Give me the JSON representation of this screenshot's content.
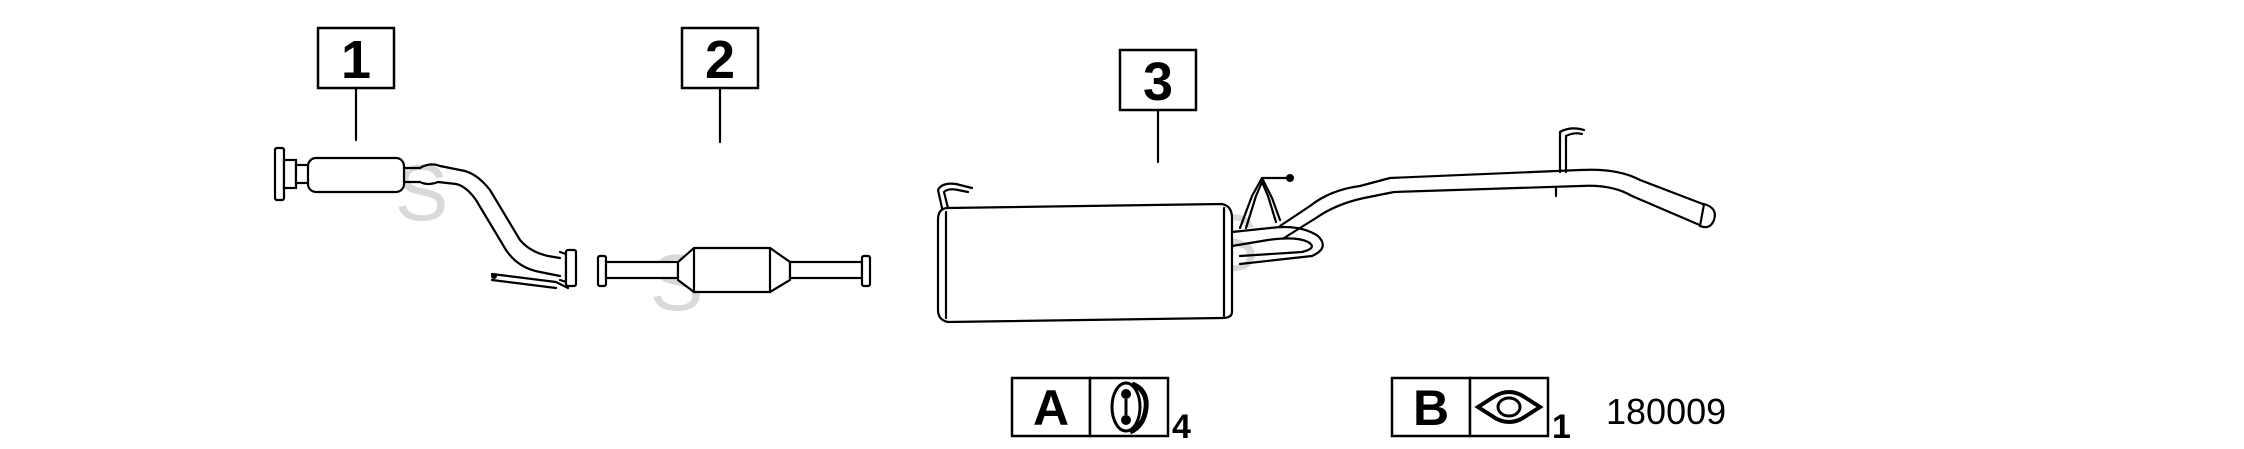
{
  "callouts": {
    "part_1": "1",
    "part_2": "2",
    "part_3": "3"
  },
  "legend": {
    "a": {
      "letter": "A",
      "icon": "rubber-hanger-icon",
      "qty": "4"
    },
    "b": {
      "letter": "B",
      "icon": "flange-gasket-icon",
      "qty": "1"
    }
  },
  "diagram_code": "180009",
  "watermark_letter": "S"
}
